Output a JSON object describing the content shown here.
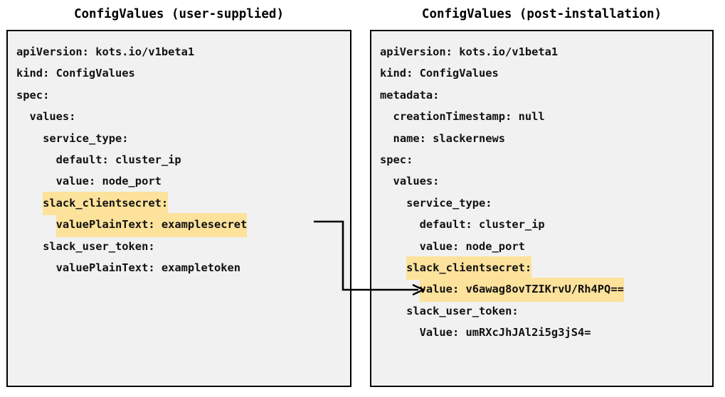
{
  "diagram": {
    "title_left": "ConfigValues (user-supplied)",
    "title_right": "ConfigValues (post-installation)",
    "highlight_color": "#fde29b",
    "panel_background": "#f1f1f1",
    "border_color": "#000000",
    "text_color": "#111111",
    "connector": {
      "label": "encryption-flow-arrow",
      "from": "valuePlainText: examplesecret",
      "to": "value: v6awag8ovTZIKrvU/Rh4PQ==",
      "style": "orthogonal-arrow",
      "color": "#000000"
    }
  },
  "left_panel": {
    "name": "ConfigValues (user-supplied)",
    "lines": [
      {
        "text": "apiVersion: kots.io/v1beta1",
        "highlight": false
      },
      {
        "text": "kind: ConfigValues",
        "highlight": false
      },
      {
        "text": "spec:",
        "highlight": false
      },
      {
        "text": "  values:",
        "highlight": false
      },
      {
        "text": "    service_type:",
        "highlight": false
      },
      {
        "text": "      default: cluster_ip",
        "highlight": false
      },
      {
        "text": "      value: node_port",
        "highlight": false
      },
      {
        "text": "    slack_clientsecret:",
        "highlight": true
      },
      {
        "text": "      valuePlainText: examplesecret",
        "highlight": true
      },
      {
        "text": "    slack_user_token:",
        "highlight": false
      },
      {
        "text": "      valuePlainText: exampletoken",
        "highlight": false
      }
    ]
  },
  "right_panel": {
    "name": "ConfigValues (post-installation)",
    "lines": [
      {
        "text": "apiVersion: kots.io/v1beta1",
        "highlight": false
      },
      {
        "text": "kind: ConfigValues",
        "highlight": false
      },
      {
        "text": "metadata:",
        "highlight": false
      },
      {
        "text": "  creationTimestamp: null",
        "highlight": false
      },
      {
        "text": "  name: slackernews",
        "highlight": false
      },
      {
        "text": "spec:",
        "highlight": false
      },
      {
        "text": "  values:",
        "highlight": false
      },
      {
        "text": "    service_type:",
        "highlight": false
      },
      {
        "text": "      default: cluster_ip",
        "highlight": false
      },
      {
        "text": "      value: node_port",
        "highlight": false
      },
      {
        "text": "    slack_clientsecret:",
        "highlight": true
      },
      {
        "text": "      value: v6awag8ovTZIKrvU/Rh4PQ==",
        "highlight": true
      },
      {
        "text": "    slack_user_token:",
        "highlight": false
      },
      {
        "text": "      Value: umRXcJhJAl2i5g3jS4=",
        "highlight": false
      }
    ]
  }
}
